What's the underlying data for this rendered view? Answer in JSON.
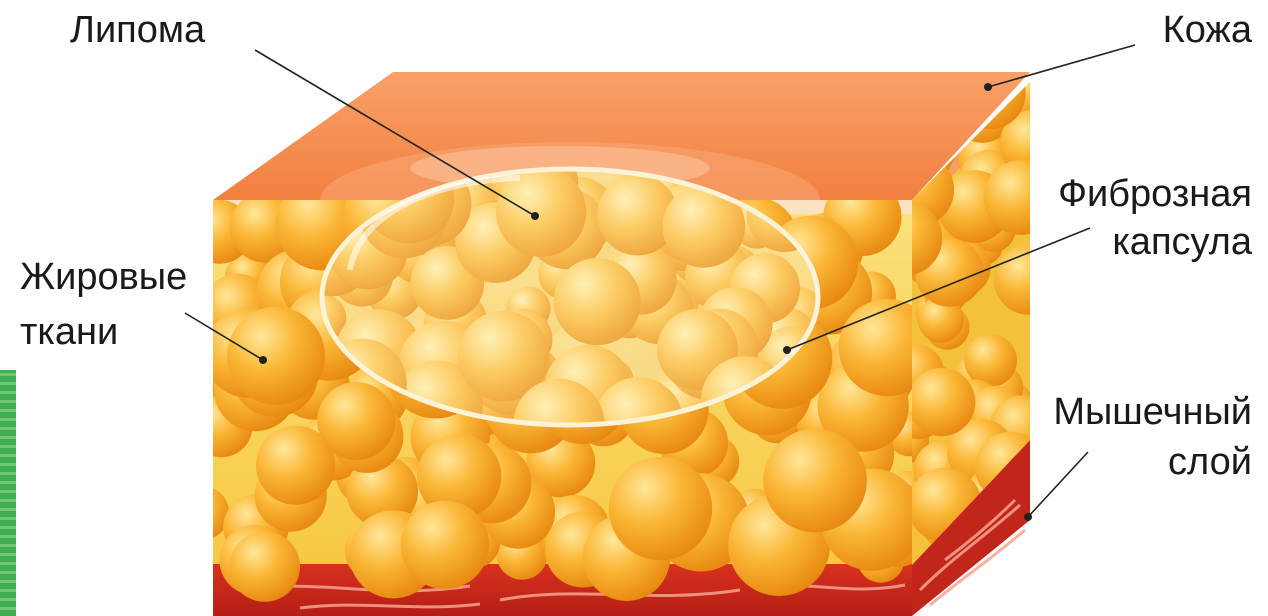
{
  "labels": {
    "lipoma": "Липома",
    "skin": "Кожа",
    "fat_line1": "Жировые",
    "fat_line2": "ткани",
    "capsule_line1": "Фиброзная",
    "capsule_line2": "капсула",
    "muscle_line1": "Мышечный",
    "muscle_line2": "слой"
  },
  "colors": {
    "skin_top": "#f48a52",
    "skin_front": "#f58b4d",
    "fat_background": "#f7d24a",
    "fat_globule": "#f5a21d",
    "muscle": "#c6241a",
    "capsule_rim": "#fbf3d8",
    "edge_strip": "#3fae4f"
  }
}
